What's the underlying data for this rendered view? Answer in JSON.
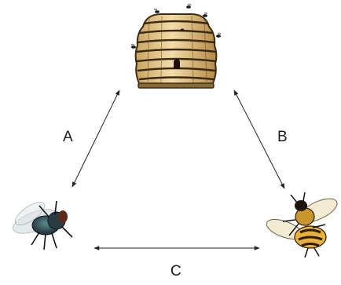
{
  "diagram": {
    "nodes": [
      {
        "id": "beehive",
        "icon": "beehive-icon"
      },
      {
        "id": "fly",
        "icon": "fly-icon"
      },
      {
        "id": "bee",
        "icon": "bee-icon"
      }
    ],
    "edges": [
      {
        "from": "fly",
        "to": "beehive",
        "label": "A",
        "direction": "both"
      },
      {
        "from": "beehive",
        "to": "bee",
        "label": "B",
        "direction": "both"
      },
      {
        "from": "fly",
        "to": "bee",
        "label": "C",
        "direction": "both"
      }
    ]
  },
  "colors": {
    "hive_light": "#e8c78a",
    "hive_dark": "#3a2a14",
    "fly_body": "#2f4a52",
    "bee_yellow": "#e6b23a",
    "arrow": "#222222"
  }
}
